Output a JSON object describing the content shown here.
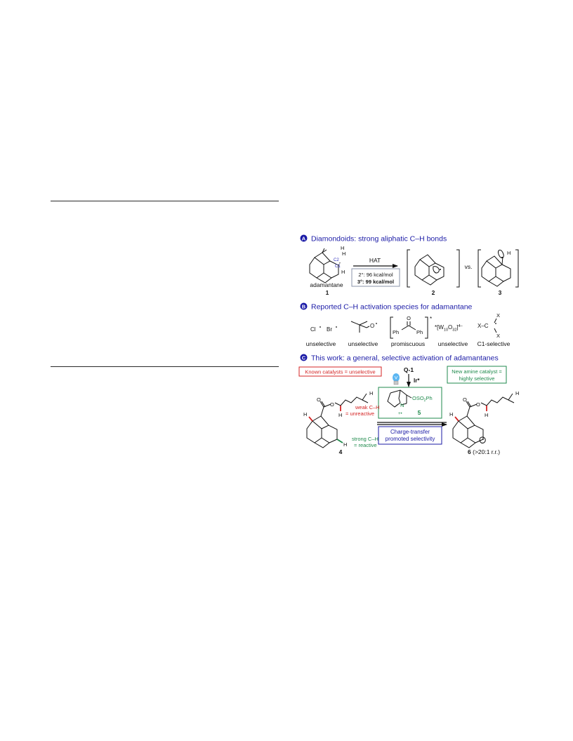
{
  "panel_a": {
    "badge": "A",
    "title": "Diamondoids: strong aliphatic C–H bonds",
    "h_top": "H",
    "h_mid": "H",
    "h_low": "H",
    "label_c2": "C2",
    "label_c1": "C1",
    "compound_name": "adamantane",
    "compound_number": "1",
    "arrow_label": "HAT",
    "bde_secondary": "2°: 96 kcal/mol",
    "bde_tertiary": "3°: 99 kcal/mol",
    "product2_number": "2",
    "versus": "vs.",
    "product3_h": "H",
    "product3_number": "3"
  },
  "panel_b": {
    "badge": "B",
    "title": "Reported C–H activation species for adamantane",
    "species": {
      "cl": "Cl",
      "br": "Br",
      "oxygen": "O",
      "carbonyl_o": "O",
      "ph_left": "Ph",
      "ph_right": "Ph",
      "radical_star": "*",
      "tungstate_star": "*",
      "tungstate_bracket_open": "[W",
      "tungstate_w_sub": "10",
      "tungstate_o": "O",
      "tungstate_o_sub": "32",
      "tungstate_bracket_close": "]",
      "tungstate_charge": "4–",
      "cx3_left": "X–C",
      "cx3_top": "X",
      "cx3_bottom": "X"
    },
    "labels": [
      "unselective",
      "unselective",
      "promiscuous",
      "unselective",
      "C1-selective"
    ]
  },
  "panel_c": {
    "badge": "C",
    "title": "This work: a general, selective activation of adamantanes",
    "known_box": "Known catalysts = unselective",
    "new_box_line1": "New amine catalyst =",
    "new_box_line2": "highly selective",
    "q_label": "Q-1",
    "ir_label": "Ir*",
    "catalyst_n": "N",
    "catalyst_charge": "+•",
    "catalyst_group": "OSO",
    "catalyst_group_sub": "2",
    "catalyst_group_end": "Ph",
    "catalyst_number": "5",
    "sm_o_carbonyl": "O",
    "sm_o_ester": "O",
    "sm_h_left": "H",
    "sm_h_side": "H",
    "sm_h_green": "H",
    "sm_h_tail": "H",
    "weak_line1": "weak C–H",
    "weak_line2": "= unreactive",
    "strong_line1": "strong C–H",
    "strong_line2": "= reactive",
    "sm_number": "4",
    "ct_line1": "Charge-transfer",
    "ct_line2": "promoted selectivity",
    "pr_o_carbonyl": "O",
    "pr_o_ester": "O",
    "pr_h_left": "H",
    "pr_h_side": "H",
    "pr_h_tail": "H",
    "product_number": "6",
    "product_ratio": "(>20:1 r.r.)"
  },
  "colors": {
    "title_blue": "#1a1aa6",
    "label_blue": "#2d2dbb",
    "red": "#d42424",
    "green": "#1f8a4c",
    "box_gray": "#8a93a8",
    "bulb_blue": "#5bb6f2"
  }
}
